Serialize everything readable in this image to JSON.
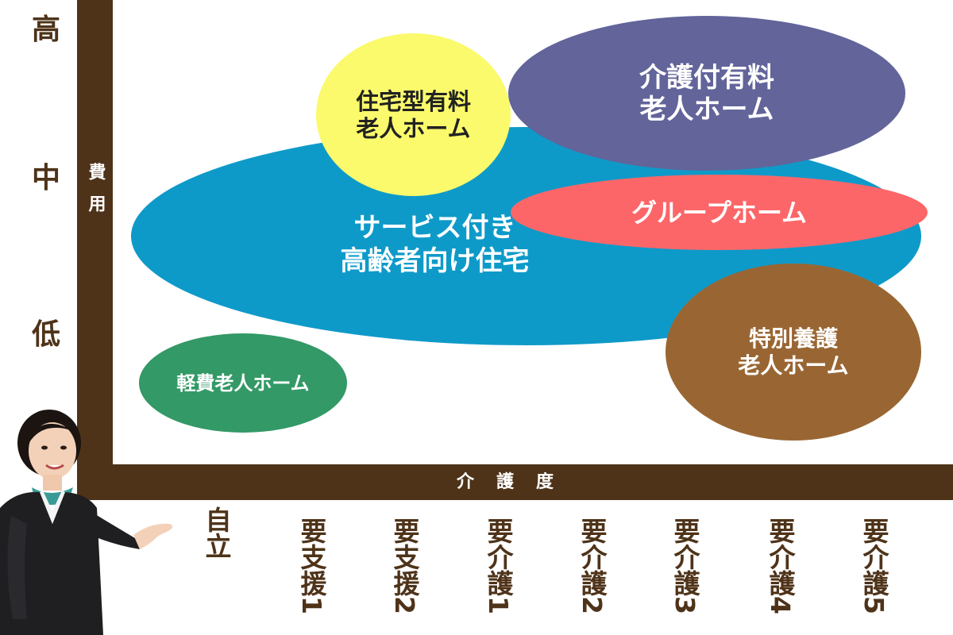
{
  "y_axis": {
    "label": "費用",
    "levels": {
      "high": "高",
      "mid": "中",
      "low": "低"
    }
  },
  "x_axis": {
    "label": "介護度",
    "categories": [
      "自立",
      "要支援1",
      "要支援2",
      "要介護1",
      "要介護2",
      "要介護3",
      "要介護4",
      "要介護5"
    ]
  },
  "facilities": {
    "service_housing": {
      "label": "サービス付き\n高齢者向け住宅",
      "color": "#0e9ac9"
    },
    "residential_fee_home": {
      "label": "住宅型有料\n老人ホーム",
      "color": "#fafa6c"
    },
    "nursing_fee_home": {
      "label": "介護付有料\n老人ホーム",
      "color": "#62649a"
    },
    "group_home": {
      "label": "グループホーム",
      "color": "#fc6669"
    },
    "special_nursing_home": {
      "label": "特別養護\n老人ホーム",
      "color": "#996633"
    },
    "low_cost_home": {
      "label": "軽費老人ホーム",
      "color": "#339966"
    }
  },
  "colors": {
    "frame": "#4e3319",
    "background": "#ffffff"
  }
}
